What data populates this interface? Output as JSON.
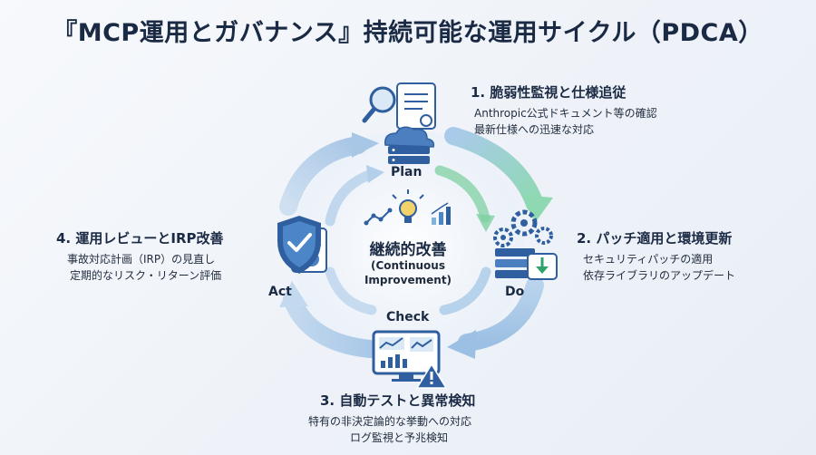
{
  "title": "『MCP運用とガバナンス』持続可能な運用サイクル（PDCA）",
  "center": {
    "main": "継続的改善",
    "sub1": "(Continuous",
    "sub2": "Improvement)"
  },
  "phases": {
    "plan": "Plan",
    "do": "Do",
    "check": "Check",
    "act": "Act"
  },
  "steps": [
    {
      "heading": "1. 脆弱性監視と仕様追従",
      "lines": [
        "Anthropic公式ドキュメント等の確認",
        "最新仕様への迅速な対応"
      ]
    },
    {
      "heading": "2. パッチ適用と環境更新",
      "lines": [
        "セキュリティパッチの適用",
        "依存ライブラリのアップデート"
      ]
    },
    {
      "heading": "3. 自動テストと異常検知",
      "lines": [
        "特有の非決定論的な挙動への対応",
        "ログ監視と予兆検知"
      ]
    },
    {
      "heading": "4. 運用レビューとIRP改善",
      "lines": [
        "事故対応計画（IRP）の見直し",
        "定期的なリスク・リターン評価"
      ]
    }
  ],
  "icons": {
    "plan": "search-document-cloud-icon",
    "do": "gears-server-download-icon",
    "check": "monitor-chart-warning-icon",
    "act": "shield-check-document-icon",
    "center": "lightbulb-chart-icon"
  },
  "colors": {
    "title": "#1b2a44",
    "icon_blue": "#2f5f9e",
    "arrow_blue": "#9fc2e4",
    "arrow_green": "#8ed6b0"
  }
}
